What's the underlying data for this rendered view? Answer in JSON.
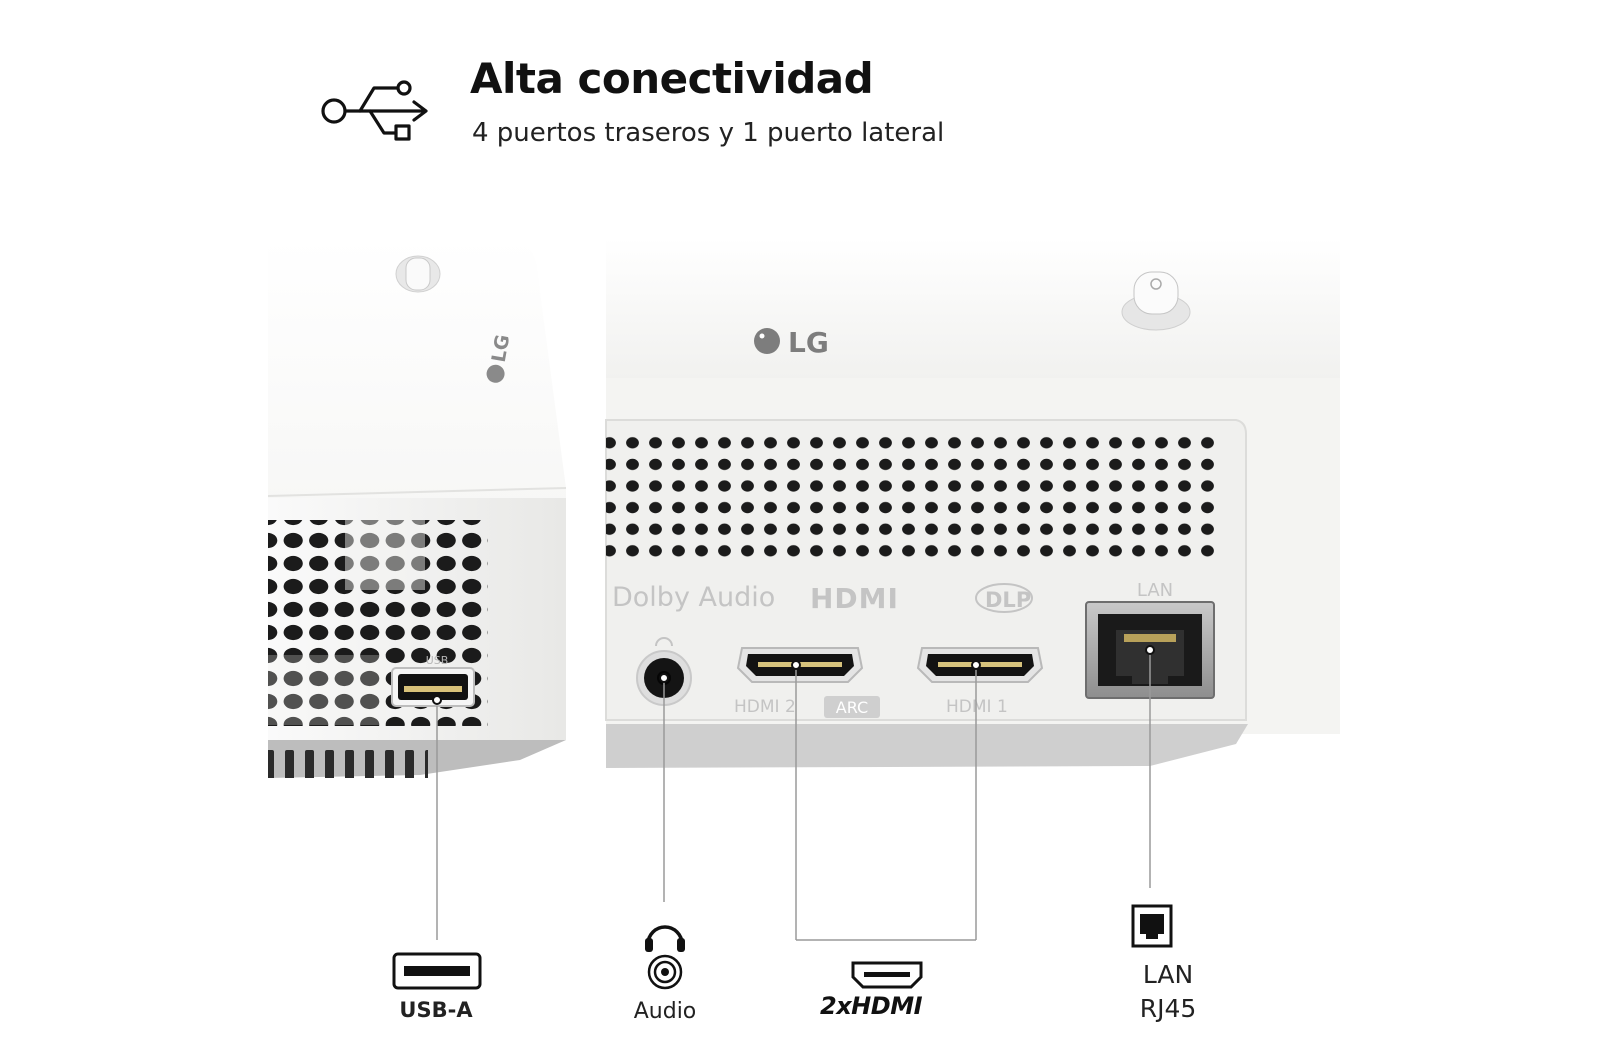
{
  "header": {
    "title": "Alta conectividad",
    "subtitle": "4 puertos traseros y 1 puerto lateral",
    "icon": "usb-symbol-icon"
  },
  "device": {
    "brand": "LG",
    "printed_labels": {
      "side_usb": "USB",
      "dolby": "Dolby Audio",
      "hdmi_brand": "HDMI",
      "dlp": "DLP",
      "lan_port": "LAN",
      "hdmi2": "HDMI 2",
      "arc": "ARC",
      "hdmi1": "HDMI 1"
    }
  },
  "ports": [
    {
      "id": "usb",
      "label": "USB-A",
      "icon": "usb-a-port-icon"
    },
    {
      "id": "audio",
      "label": "Audio",
      "icon": "headphone-jack-icon"
    },
    {
      "id": "hdmi",
      "label": "2xHDMI",
      "icon": "hdmi-port-icon"
    },
    {
      "id": "lan",
      "label_line1": "LAN",
      "label_line2": "RJ45",
      "icon": "ethernet-port-icon"
    }
  ],
  "colors": {
    "body_white": "#f4f4f2",
    "vent_hole": "#1b1b1b",
    "port_black": "#121212",
    "callout_line": "#9a9a9a",
    "panel_grey": "#cfcfcf"
  }
}
